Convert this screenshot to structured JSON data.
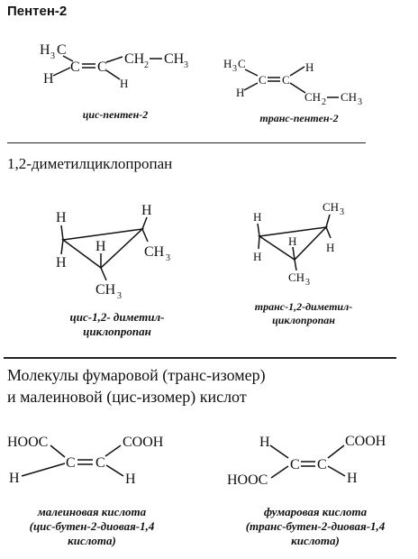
{
  "sections": {
    "pentene": {
      "title": "Пентен-2",
      "cis_caption": "цис-пентен-2",
      "trans_caption": "транс-пентен-2"
    },
    "dimethylcyclopropane": {
      "title": "1,2-диметилциклопропан",
      "cis_caption": [
        "цис-1,2- диметил-",
        "циклопропан"
      ],
      "trans_caption": [
        "транс-1,2-диметил-",
        "циклопропан"
      ]
    },
    "acids": {
      "title_lines": [
        "Молекулы фумаровой (транс-изомер)",
        "и малеиновой (цис-изомер) кислот"
      ],
      "maleic_caption": [
        "малеиновая кислота",
        "(цис-бутен-2-диовая-1,4",
        "кислота)"
      ],
      "fumaric_caption": [
        "фумаровая кислота",
        "(транс-бутен-2-диовая-1,4",
        "кислота)"
      ]
    }
  },
  "atoms": {
    "H": "H",
    "C": "C",
    "CH": "CH",
    "sub2": "2",
    "sub3": "3",
    "COOH": "COOH",
    "HOOC": "HOOC"
  }
}
